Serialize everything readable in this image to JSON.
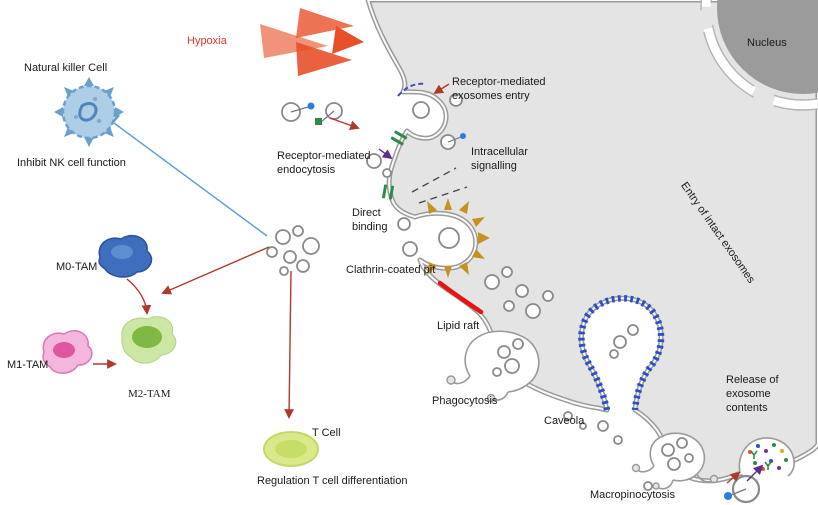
{
  "labels": {
    "hypoxia": "Hypoxia",
    "natural_killer_cell": "Natural killer Cell",
    "inhibit_nk": "Inhibit NK cell function",
    "receptor_exosome_entry": "Receptor-mediated\nexosomes entry",
    "receptor_endocytosis": "Receptor-mediated\nendocytosis",
    "intracellular_signalling": "Intracellular\nsignalling",
    "direct_binding": "Direct\nbinding",
    "clathrin_pit": "Clathrin-coated pit",
    "lipid_raft": "Lipid raft",
    "phagocytosis": "Phagocytosis",
    "caveola": "Caveola",
    "macropinocytosis": "Macropinocytosis",
    "release_contents": "Release of\nexosome\ncontents",
    "entry_intact": "Entry of intact exosomes",
    "nucleus": "Nucleus",
    "m0_tam": "M0-TAM",
    "m1_tam": "M1-TAM",
    "m2_tam": "M2-TAM",
    "t_cell": "T Cell",
    "regulation": "Regulation T cell differentiation"
  },
  "colors": {
    "cell_gray": "#e4e4e4",
    "membrane_gray": "#9a9a9a",
    "nucleus_gray": "#9b9b9b",
    "hypoxia": "#e8502a",
    "label_red": "#e0392b",
    "arrow_red": "#b03a2a",
    "inhibit_blue": "#5b9bd5",
    "caveola_blue": "#2b50c8",
    "lipid_red": "#e81414",
    "clathrin_gold": "#c8901f",
    "receptor_green": "#2e8b47",
    "ligand_blue": "#2b7de0",
    "purple_arrow": "#5a2e8e",
    "nk_blue": "#aecde7",
    "m0_blue": "#3e6ebd",
    "m1_pink": "#f4b6dd",
    "m2_green": "#7fb842",
    "t_cell_green": "#d9e98a"
  }
}
